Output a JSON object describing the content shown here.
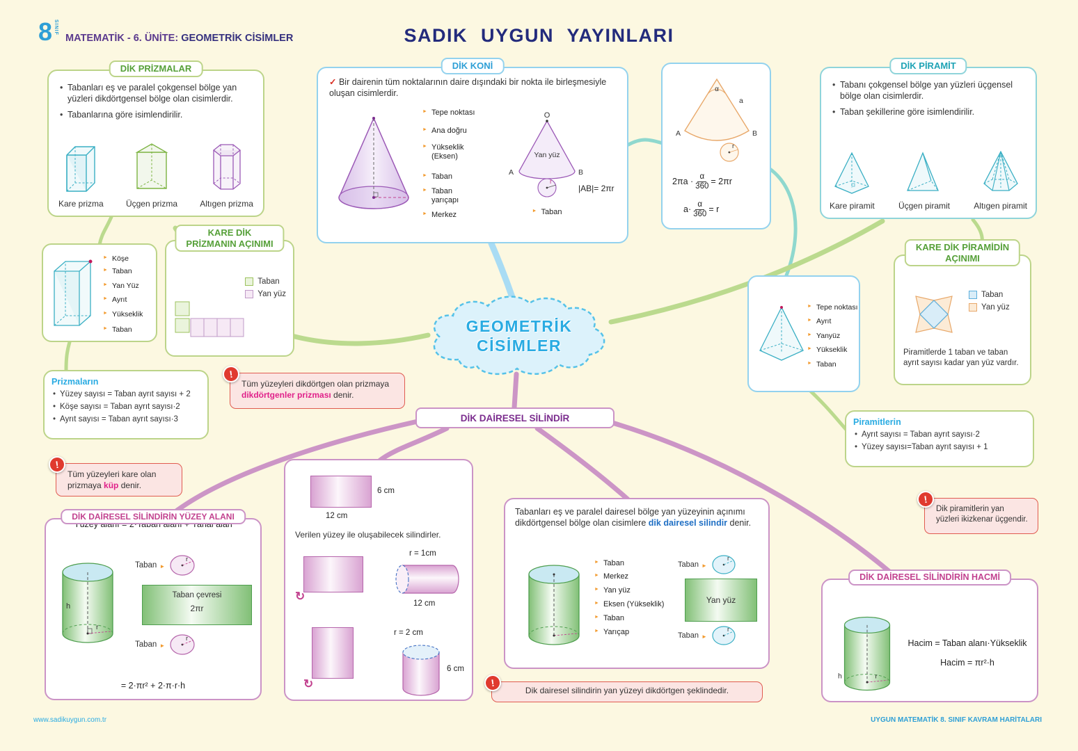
{
  "header": {
    "grade": "8",
    "grade_label": "SINIF",
    "unit": "MATEMATİK - 6. ÜNİTE:",
    "unit_topic": "GEOMETRİK CİSİMLER",
    "publisher": "SADIK UYGUN YAYINLARI"
  },
  "icons": {
    "check_mark": "✓",
    "warning_mark": "!",
    "rotate_arrow": "↻"
  },
  "cloud": {
    "line1": "GEOMETRİK",
    "line2": "CİSİMLER"
  },
  "prizmalar": {
    "title": "DİK PRİZMALAR",
    "bullet1": "Tabanları eş ve paralel çokgensel bölge yan yüzleri dikdörtgensel bölge olan cisimlerdir.",
    "bullet2": "Tabanlarına göre isimlendirilir.",
    "shape1": "Kare prizma",
    "shape2": "Üçgen prizma",
    "shape3": "Altıgen prizma"
  },
  "koni": {
    "title": "DİK KONİ",
    "definition": "Bir dairenin tüm noktalarının daire dışındaki bir nokta ile birleşmesiyle oluşan cisimlerdir.",
    "lbl_tepe": "Tepe noktası",
    "lbl_ana": "Ana doğru",
    "lbl_yukseklik": "Yükseklik",
    "lbl_eksen": "(Eksen)",
    "lbl_taban": "Taban",
    "lbl_yaricap1": "Taban",
    "lbl_yaricap2": "yarıçapı",
    "lbl_merkez": "Merkez",
    "apex": "O",
    "yanyuz": "Yan yüz",
    "a": "A",
    "b": "B",
    "r": "r",
    "taban2": "Taban",
    "formula": "|AB|= 2πr"
  },
  "koni_acilim": {
    "alpha": "α",
    "a_side": "a",
    "A": "A",
    "B": "B",
    "r": "r",
    "f1_lead": "2πa ·",
    "f1_num": "α",
    "f1_den": "360",
    "f1_res": "= 2πr",
    "f2_lead": "a·",
    "f2_num": "α",
    "f2_den": "360",
    "f2_res": "= r"
  },
  "piramit": {
    "title": "DİK PİRAMİT",
    "bullet1": "Tabanı çokgensel bölge yan yüzleri üçgensel bölge olan cisimlerdir.",
    "bullet2": "Taban şekillerine göre isimlendirilir.",
    "shape1": "Kare piramit",
    "shape2": "Üçgen piramit",
    "shape3": "Altıgen piramit"
  },
  "prizma_elemanlari": {
    "l1": "Köşe",
    "l2": "Taban",
    "l3": "Yan Yüz",
    "l4": "Ayrıt",
    "l5": "Yükseklik",
    "l6": "Taban"
  },
  "prizma_acilimi": {
    "title1": "KARE DİK",
    "title2": "PRİZMANIN AÇINIMI",
    "legend_taban": "Taban",
    "legend_yanyuz": "Yan yüz"
  },
  "prizmalarin": {
    "title": "Prizmaların",
    "r1": "Yüzey sayısı = Taban ayrıt sayısı + 2",
    "r2": "Köşe sayısı = Taban ayrıt sayısı·2",
    "r3": "Ayrıt sayısı = Taban ayrıt sayısı·3"
  },
  "uyari_dikdortgen": {
    "pre": "Tüm yüzeyleri dikdörtgen olan prizmaya",
    "vurgu": "dikdörtgenler  prizması",
    "post": "denir."
  },
  "uyari_kup": {
    "pre": "Tüm yüzeyleri kare olan prizmaya",
    "vurgu": "küp",
    "post": "denir."
  },
  "silindir_yuzey": {
    "title": "DİK DAİRESEL SİLİNDİRİN YÜZEY ALANI",
    "taban_ust": "Taban",
    "taban_alt": "Taban",
    "r": "r",
    "h": "h",
    "cevre": "Taban çevresi",
    "iki_pi_r": "2πr",
    "f1": "Yüzey alanı = 2·Taban alanı + Yanal alan",
    "f2": "= 2·πr² + 2·π·r·h"
  },
  "silindir_ornek": {
    "dim1": "6 cm",
    "dim2": "12 cm",
    "caption": "Verilen yüzey ile oluşabilecek silindirler.",
    "r1": "r = 1cm",
    "len1": "12 cm",
    "r2": "r = 2 cm",
    "len2": "6 cm"
  },
  "silindir_baslik": "DİK DAİRESEL SİLİNDİR",
  "silindir_tanim": {
    "pre": "Tabanları eş ve paralel dairesel bölge yan yüzeyinin açınımı dikdörtgensel bölge olan cisimlere",
    "vurgu": "dik dairesel silindir",
    "post": "denir.",
    "l1": "Taban",
    "l2": "Merkez",
    "l3": "Yan yüz",
    "l4": "Eksen (Yükseklik)",
    "l5": "Taban",
    "l6": "Yarıçap",
    "net_taban1": "Taban",
    "net_taban2": "Taban",
    "net_yanyuz": "Yan yüz",
    "r": "r"
  },
  "uyari_silindir": "Dik dairesel silindirin yan yüzeyi dikdörtgen şeklindedir.",
  "piramit_elemanlari": {
    "l1": "Tepe noktası",
    "l2": "Ayrıt",
    "l3": "Yanyüz",
    "l4": "Yükseklik",
    "l5": "Taban"
  },
  "piramit_acilimi": {
    "title1": "KARE DİK PİRAMİDİN",
    "title2": "AÇINIMI",
    "legend_taban": "Taban",
    "legend_yanyuz": "Yan yüz",
    "not": "Piramitlerde 1 taban ve taban ayrıt sayısı kadar yan yüz vardır."
  },
  "piramitlerin": {
    "title": "Piramitlerin",
    "r1": "Ayrıt sayısı = Taban ayrıt sayısı·2",
    "r2": "Yüzey sayısı=Taban ayrıt sayısı + 1"
  },
  "uyari_piramit": "Dik piramitlerin yan yüzleri ikizkenar üçgendir.",
  "silindir_hacim": {
    "title": "DİK DAİRESEL SİLİNDİRİN HACMİ",
    "f1": "Hacim = Taban alanı·Yükseklik",
    "f2": "Hacim = πr²·h",
    "h": "h",
    "r": "r"
  },
  "footer": {
    "left": "www.sadikuygun.com.tr",
    "right": "UYGUN MATEMATİK 8. SINIF KAVRAM HARİTALARI"
  },
  "colors": {
    "green": "#6BAE3E",
    "blue": "#2E9FD6",
    "teal": "#1FA3B5",
    "magenta": "#C2428F",
    "purple": "#7B2D8E",
    "cyan": "#29ABE2",
    "warning_red": "#E03A2F",
    "highlight_pink": "#E0218A",
    "link_blue": "#1F6FC4",
    "background": "#FCF8E1"
  }
}
